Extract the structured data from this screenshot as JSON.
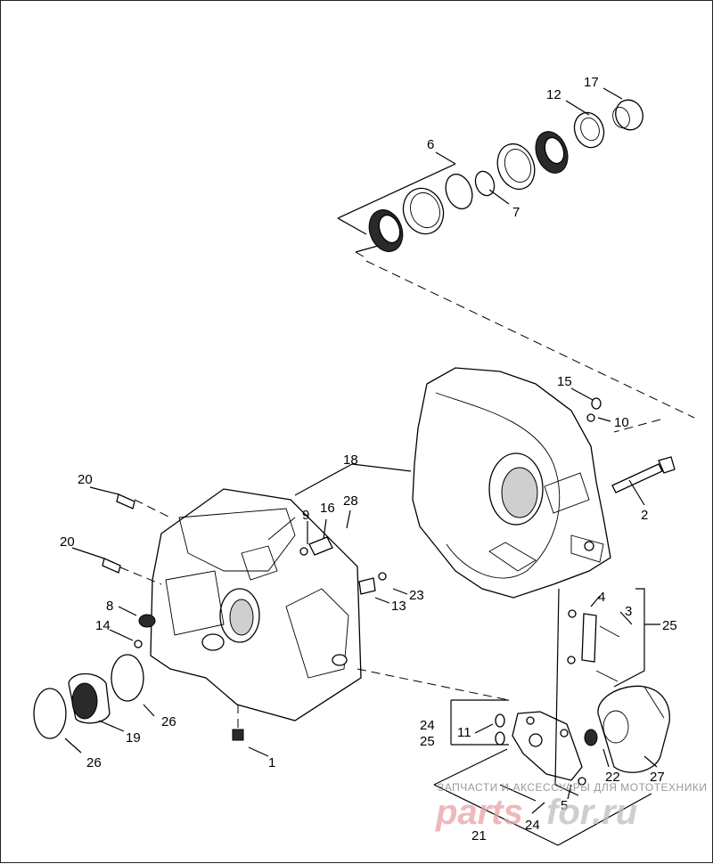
{
  "diagram": {
    "callouts": [
      "1",
      "2",
      "3",
      "4",
      "5",
      "6",
      "7",
      "8",
      "9",
      "10",
      "11",
      "12",
      "13",
      "14",
      "15",
      "16",
      "17",
      "18",
      "19",
      "20",
      "20",
      "21",
      "22",
      "23",
      "24",
      "24",
      "25",
      "25",
      "26",
      "26",
      "27",
      "28"
    ]
  },
  "watermark": {
    "tagline": "ЗАПЧАСТИ И АКСЕССУАРЫ ДЛЯ МОТОТЕХНИКИ",
    "brand_left": "parts",
    "brand_right": "for.ru"
  }
}
